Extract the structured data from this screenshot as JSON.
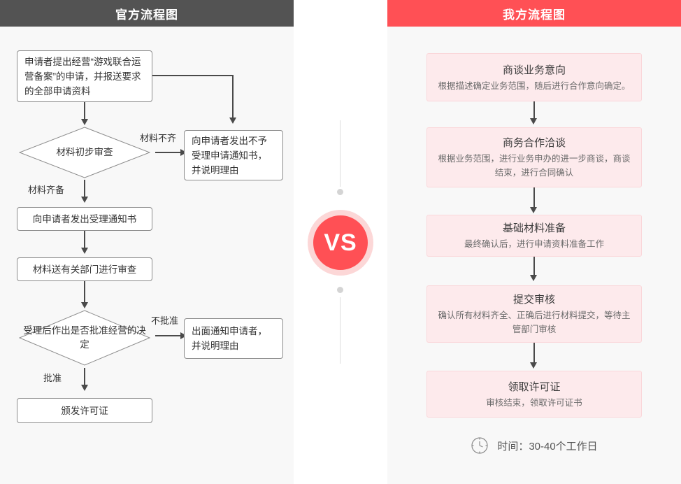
{
  "left_panel": {
    "title": "官方流程图",
    "header_color": "#535353",
    "background": "#f8f8f8",
    "nodes": [
      {
        "id": "n1",
        "type": "box",
        "text": "申请者提出经营“游戏联合运营备案”的申请，并报送要求的全部申请资料"
      },
      {
        "id": "n2",
        "type": "diamond",
        "text": "材料初步审查"
      },
      {
        "id": "n3",
        "type": "box",
        "text": "向申请者发出不予受理申请通知书，并说明理由"
      },
      {
        "id": "n4",
        "type": "box",
        "text": "向申请者发出受理通知书"
      },
      {
        "id": "n5",
        "type": "box",
        "text": "材料送有关部门进行审查"
      },
      {
        "id": "n6",
        "type": "diamond",
        "text": "受理后作出是否批准经营的决定"
      },
      {
        "id": "n7",
        "type": "box",
        "text": "出面通知申请者，并说明理由"
      },
      {
        "id": "n8",
        "type": "box",
        "text": "颁发许可证"
      }
    ],
    "edge_labels": {
      "not_complete": "材料不齐",
      "complete": "材料齐备",
      "rejected": "不批准",
      "approved": "批准"
    }
  },
  "center": {
    "vs_label": "VS",
    "circle_color": "#ff5055",
    "ring_color": "#fcd7d7"
  },
  "right_panel": {
    "title": "我方流程图",
    "header_color": "#ff5055",
    "background": "#f8f8f8",
    "box_fill": "#fdeaec",
    "box_border": "#fad7da",
    "steps": [
      {
        "title": "商谈业务意向",
        "desc": "根据描述确定业务范围，随后进行合作意向确定。"
      },
      {
        "title": "商务合作洽谈",
        "desc": "根据业务范围，进行业务申办的进一步商谈，商谈结束，进行合同确认"
      },
      {
        "title": "基础材料准备",
        "desc": "最终确认后，进行申请资料准备工作"
      },
      {
        "title": "提交审核",
        "desc": "确认所有材料齐全、正确后进行材料提交，等待主管部门审核"
      },
      {
        "title": "领取许可证",
        "desc": "审核结束，领取许可证书"
      }
    ],
    "footer": {
      "icon": "clock-icon",
      "text": "时间：30-40个工作日"
    }
  }
}
